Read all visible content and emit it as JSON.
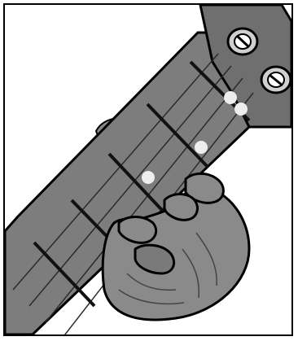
{
  "illustration": {
    "subject": "ukulele-chord-fingering",
    "dots": [
      {
        "name": "finger-dot-1",
        "string": 1
      },
      {
        "name": "finger-dot-2",
        "string": 2
      },
      {
        "name": "finger-dot-3",
        "string": 3
      },
      {
        "name": "finger-dot-4",
        "string": 4
      }
    ]
  },
  "colors": {
    "background": "#ffffff",
    "neck": "#7d7d7d",
    "neck_edge": "#000000",
    "fret": "#111111",
    "string": "#2b2b2b",
    "hand": "#8a8a8a",
    "hand_shadow": "#6d6d6d",
    "dot": "#eeeeee",
    "tuner": "#d0d0d0"
  }
}
